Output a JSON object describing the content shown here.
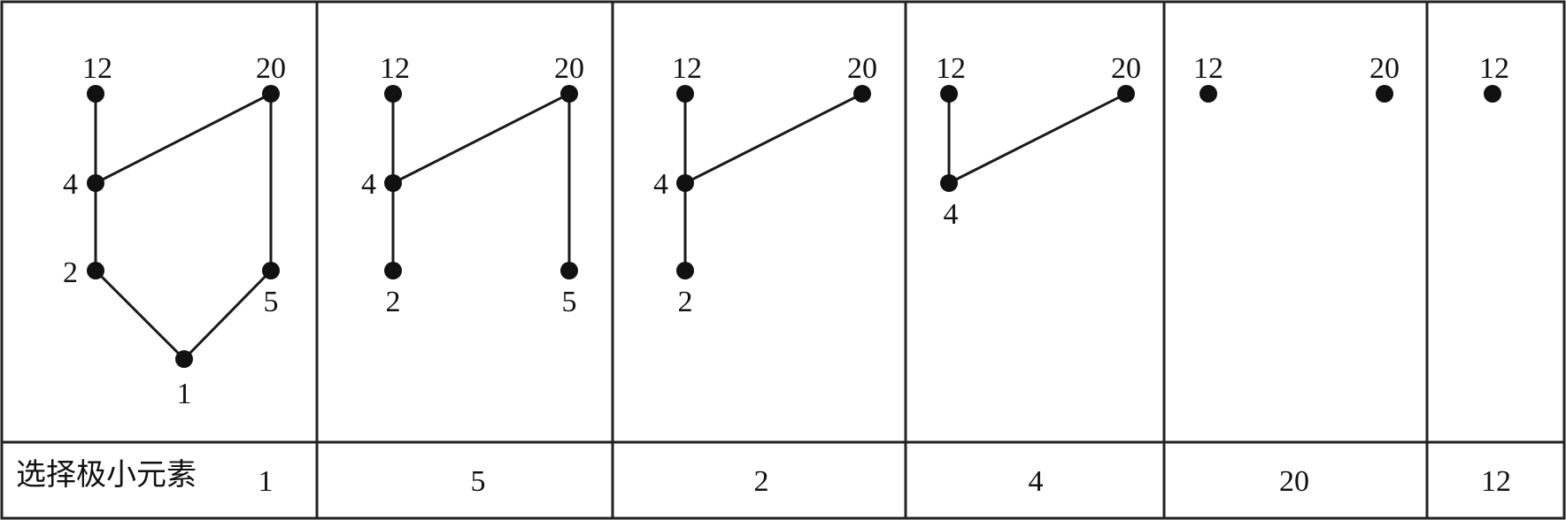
{
  "row_label": "选择极小元素",
  "panels": [
    {
      "selected": "1",
      "nodes": [
        {
          "id": "12",
          "label": "12"
        },
        {
          "id": "20",
          "label": "20"
        },
        {
          "id": "4",
          "label": "4"
        },
        {
          "id": "2",
          "label": "2"
        },
        {
          "id": "5",
          "label": "5"
        },
        {
          "id": "1",
          "label": "1"
        }
      ],
      "edges": [
        [
          "12",
          "4"
        ],
        [
          "20",
          "4"
        ],
        [
          "20",
          "5"
        ],
        [
          "4",
          "2"
        ],
        [
          "2",
          "1"
        ],
        [
          "5",
          "1"
        ]
      ]
    },
    {
      "selected": "5",
      "nodes": [
        {
          "id": "12",
          "label": "12"
        },
        {
          "id": "20",
          "label": "20"
        },
        {
          "id": "4",
          "label": "4"
        },
        {
          "id": "2",
          "label": "2"
        },
        {
          "id": "5",
          "label": "5"
        }
      ],
      "edges": [
        [
          "12",
          "4"
        ],
        [
          "20",
          "4"
        ],
        [
          "20",
          "5"
        ],
        [
          "4",
          "2"
        ]
      ]
    },
    {
      "selected": "2",
      "nodes": [
        {
          "id": "12",
          "label": "12"
        },
        {
          "id": "20",
          "label": "20"
        },
        {
          "id": "4",
          "label": "4"
        },
        {
          "id": "2",
          "label": "2"
        }
      ],
      "edges": [
        [
          "12",
          "4"
        ],
        [
          "20",
          "4"
        ],
        [
          "4",
          "2"
        ]
      ]
    },
    {
      "selected": "4",
      "nodes": [
        {
          "id": "12",
          "label": "12"
        },
        {
          "id": "20",
          "label": "20"
        },
        {
          "id": "4",
          "label": "4"
        }
      ],
      "edges": [
        [
          "12",
          "4"
        ],
        [
          "20",
          "4"
        ]
      ]
    },
    {
      "selected": "20",
      "nodes": [
        {
          "id": "12",
          "label": "12"
        },
        {
          "id": "20",
          "label": "20"
        }
      ],
      "edges": []
    },
    {
      "selected": "12",
      "nodes": [
        {
          "id": "12",
          "label": "12"
        }
      ],
      "edges": []
    }
  ]
}
